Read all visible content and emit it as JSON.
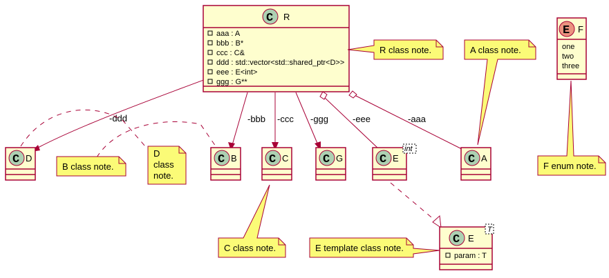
{
  "classes": {
    "R": {
      "name": "R",
      "attributes": [
        "aaa : A",
        "bbb : B*",
        "ccc : C&",
        "ddd : std::vector<std::shared_ptr<D>>",
        "eee : E<int>",
        "ggg : G**"
      ]
    },
    "D": {
      "name": "D"
    },
    "B": {
      "name": "B"
    },
    "C": {
      "name": "C"
    },
    "G": {
      "name": "G"
    },
    "E_int": {
      "name": "E",
      "template": "int"
    },
    "A": {
      "name": "A"
    },
    "E_T": {
      "name": "E",
      "template": "T",
      "attributes": [
        "param : T"
      ]
    },
    "F": {
      "name": "F",
      "values": [
        "one",
        "two",
        "three"
      ]
    }
  },
  "stereotype_letters": {
    "class": "C",
    "enum": "E"
  },
  "visibility_marker": "-",
  "notes": {
    "R": "R class note.",
    "A": "A class note.",
    "B": "B class note.",
    "D": [
      "D",
      "class",
      "note."
    ],
    "C": "C class note.",
    "E": "E template class note.",
    "F": "F enum note."
  },
  "edge_labels": {
    "ddd": "-ddd",
    "bbb": "-bbb",
    "ccc": "-ccc",
    "ggg": "-ggg",
    "eee": "-eee",
    "aaa": "-aaa"
  },
  "colors": {
    "class_fill": "#FEFECE",
    "border": "#A80036",
    "note_fill": "#FBFB77",
    "class_circle": "#ADD1B2",
    "enum_circle": "#EB937F"
  }
}
